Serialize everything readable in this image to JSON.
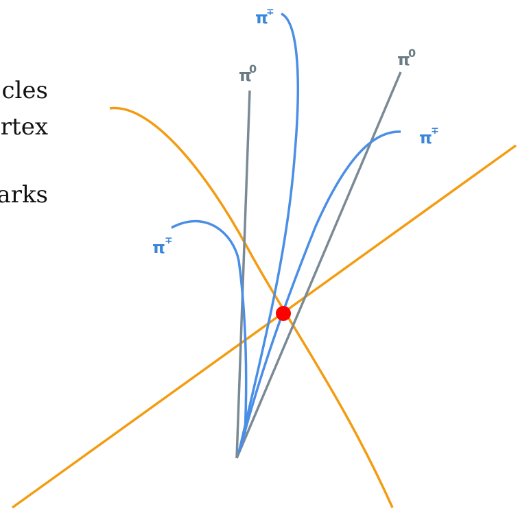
{
  "text_fragments": {
    "line1": "cles",
    "line2": "rtex.",
    "line3": "arks:"
  },
  "labels": {
    "pi_charged_top": "π∓",
    "pi0_left": "π0",
    "pi0_right": "π0",
    "pi_charged_right": "π∓",
    "pi_charged_left": "π∓"
  },
  "colors": {
    "orange_track": "#f39c12",
    "blue_track": "#4a8ee6",
    "gray_track": "#7a8a94",
    "vertex": "#ff0000"
  }
}
